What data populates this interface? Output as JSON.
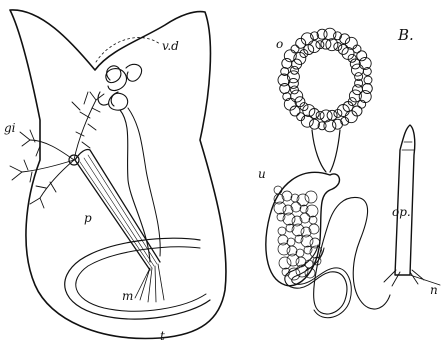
{
  "labels": {
    "vd": "v.d",
    "B": "B.",
    "o": "o",
    "gi": "gi",
    "p": "p",
    "m": "m",
    "t": "t",
    "u": "u",
    "op": "op.",
    "n": "n"
  }
}
